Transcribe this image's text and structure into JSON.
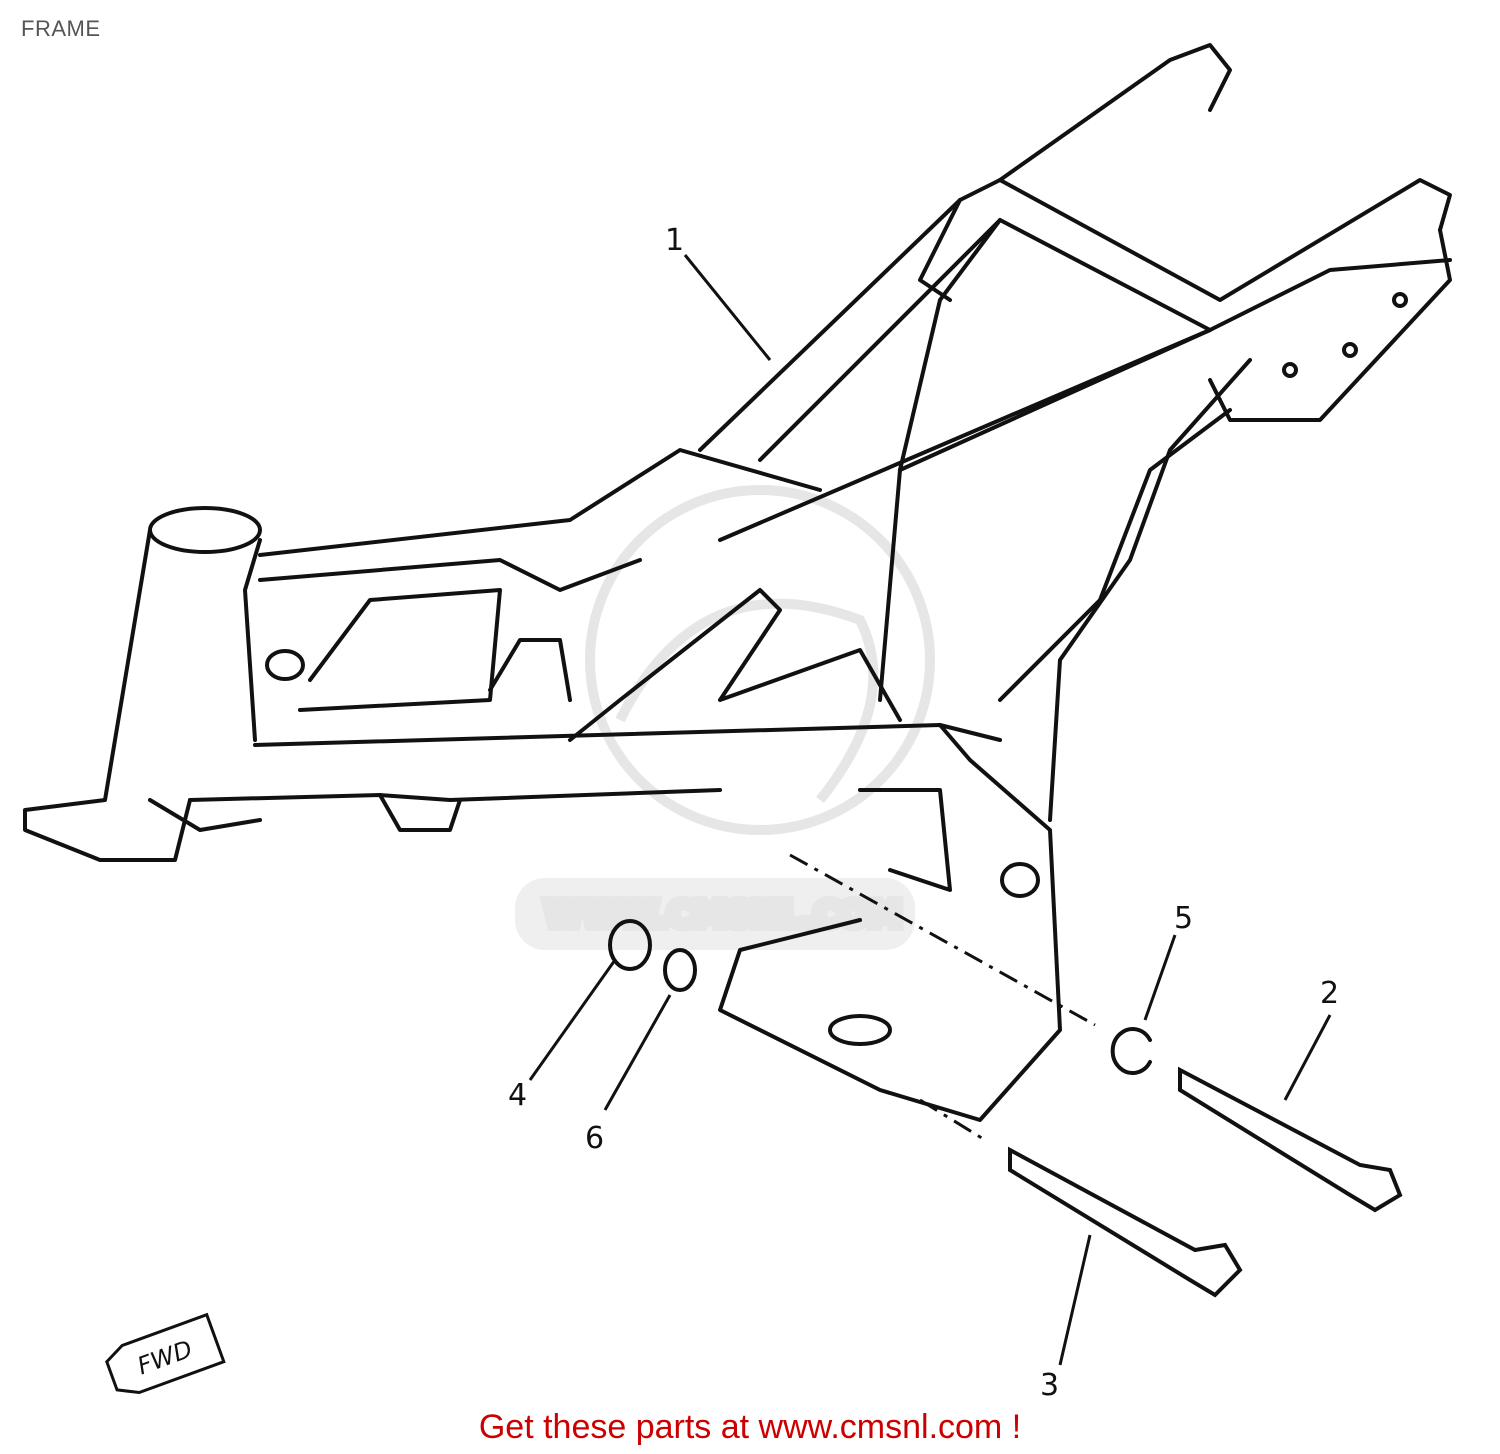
{
  "header": {
    "title": "FRAME"
  },
  "diagram": {
    "callouts": [
      "1",
      "2",
      "3",
      "4",
      "5",
      "6"
    ],
    "fwd_mark": "FWD",
    "watermark_text": "WWW.CMSNL.COM"
  },
  "footer": {
    "link_text": "Get these parts at www.cmsnl.com !"
  },
  "colors": {
    "footer_link": "#cc0000",
    "title": "#555555",
    "line_art": "#111111",
    "watermark": "#e6e6e6"
  }
}
